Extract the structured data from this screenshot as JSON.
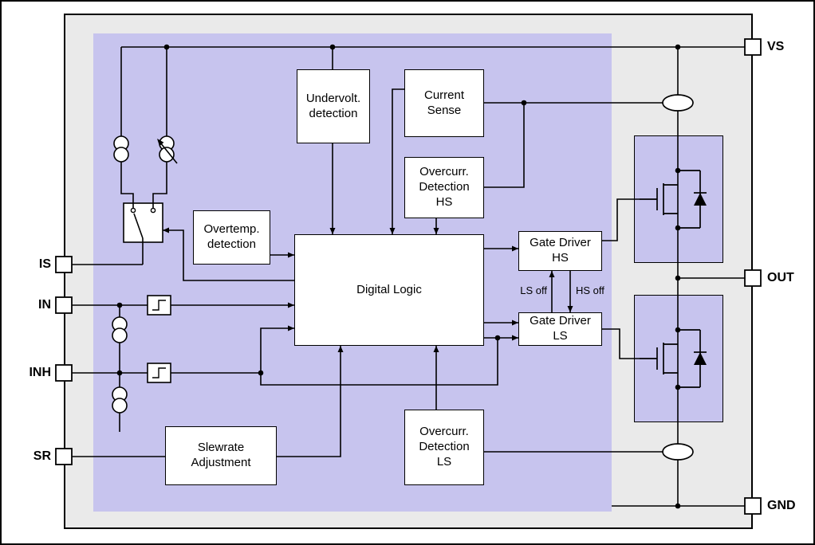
{
  "pins": {
    "left": [
      {
        "label": "IS"
      },
      {
        "label": "IN"
      },
      {
        "label": "INH"
      },
      {
        "label": "SR"
      }
    ],
    "right": [
      {
        "label": "VS"
      },
      {
        "label": "OUT"
      },
      {
        "label": "GND"
      }
    ]
  },
  "blocks": {
    "undervolt": "Undervolt.\ndetection",
    "current_sense": "Current\nSense",
    "overcurr_hs": "Overcurr.\nDetection\nHS",
    "overtemp": "Overtemp.\ndetection",
    "digital_logic": "Digital Logic",
    "gate_driver_hs": "Gate Driver\nHS",
    "gate_driver_ls": "Gate Driver\nLS",
    "slewrate": "Slewrate\nAdjustment",
    "overcurr_ls": "Overcurr.\nDetection\nLS"
  },
  "labels": {
    "ls_off": "LS off",
    "hs_off": "HS off"
  },
  "colors": {
    "chip_bg": "#eaeaea",
    "core_bg": "#c7c4ee",
    "wire": "#000000",
    "box_bg": "#ffffff"
  }
}
